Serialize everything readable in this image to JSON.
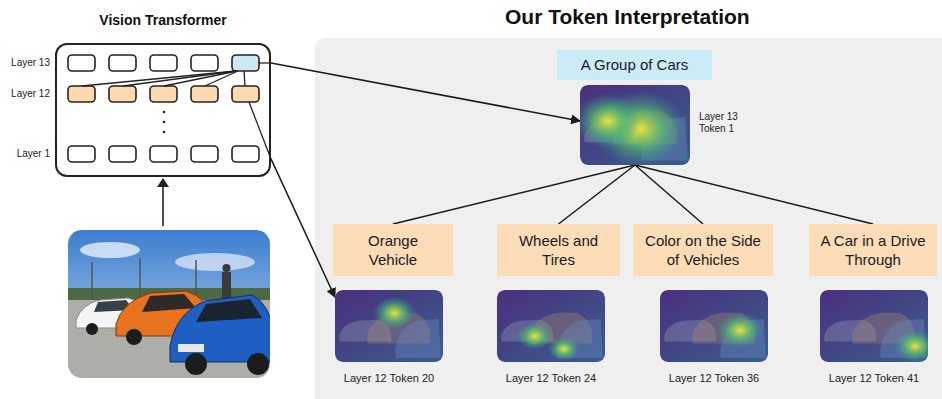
{
  "diagram": {
    "nodes": [
      {
        "text": [
          "Vision Transformer"
        ]
      },
      {
        "text": [
          "Our Token Interpretation"
        ]
      },
      {
        "text": [
          "A Group of Cars"
        ],
        "in": 1
      },
      {
        "text": [
          "Layer 13 Token 1"
        ],
        "in": 1
      },
      {
        "text": [
          "Orange Vehicle"
        ],
        "in": 1
      },
      {
        "text": [
          "Wheels and Tires"
        ],
        "in": 1
      },
      {
        "text": [
          "Color on the Side of Vehicles"
        ],
        "in": 1
      },
      {
        "text": [
          "A Car in a Drive Through"
        ],
        "in": 1
      },
      {
        "text": [
          "Layer 12 Token 20"
        ],
        "in": 1
      },
      {
        "text": [
          "Layer 12 Token 24"
        ],
        "in": 1
      },
      {
        "text": [
          "Layer 12 Token 36"
        ],
        "in": 1
      },
      {
        "text": [
          "Layer 12 Token 41"
        ],
        "in": 1
      }
    ],
    "edges": [
      {
        "from": 0,
        "to": 3,
        "arrow": "to"
      },
      {
        "from": 0,
        "to": 8,
        "arrow": "to"
      },
      {
        "from": 3,
        "to": 4,
        "arrow": "none"
      },
      {
        "from": 3,
        "to": 5,
        "arrow": "none"
      },
      {
        "from": 3,
        "to": 6,
        "arrow": "none"
      },
      {
        "from": 3,
        "to": 7,
        "arrow": "none"
      }
    ],
    "labels": [
      "Layer 13",
      "Layer 12",
      "Layer 1"
    ]
  }
}
